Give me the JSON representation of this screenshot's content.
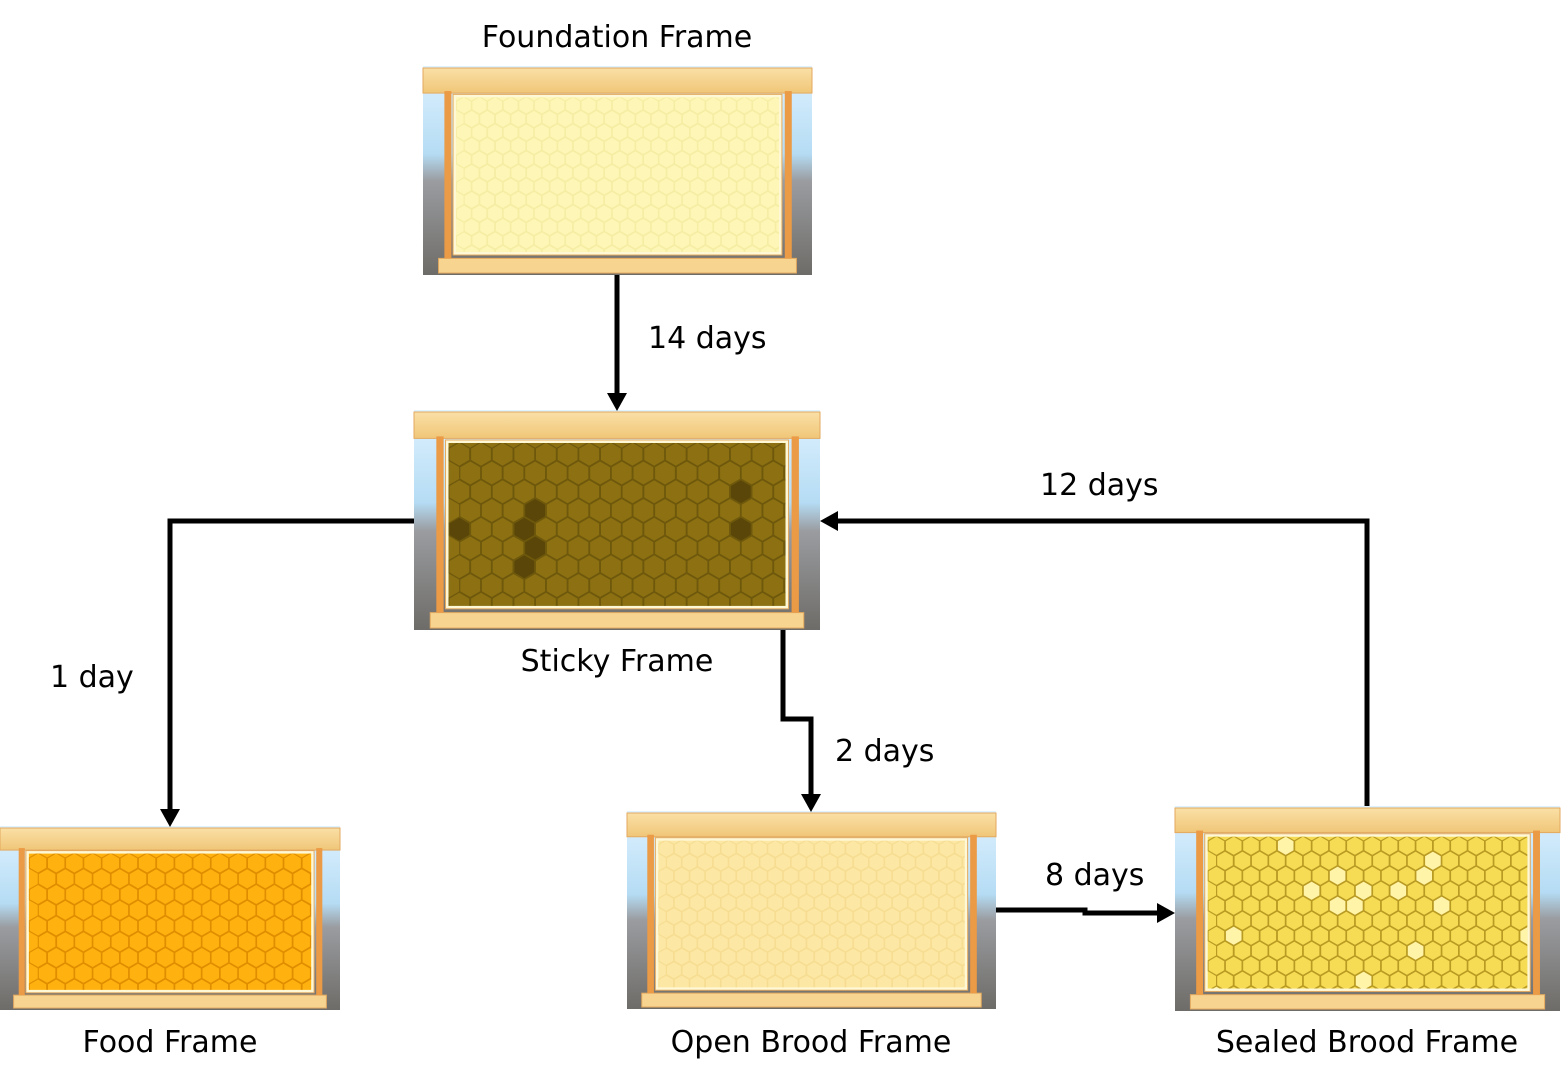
{
  "diagram": {
    "nodes": {
      "foundation": {
        "label": "Foundation Frame",
        "comb_color": "#fdf6b6",
        "cell_color": "#f6eda4"
      },
      "sticky": {
        "label": "Sticky Frame",
        "comb_color": "#8c7012",
        "cell_color": "#6e580c"
      },
      "food": {
        "label": "Food Frame",
        "comb_color": "#ffb20f",
        "cell_color": "#e08e00"
      },
      "open_brood": {
        "label": "Open Brood Frame",
        "comb_color": "#fce7a4",
        "cell_color": "#f6dd92"
      },
      "sealed_brood": {
        "label": "Sealed Brood Frame",
        "comb_color": "#f5dc54",
        "cell_color": "#b99a23"
      }
    },
    "edges": {
      "foundation_to_sticky": {
        "label": "14 days"
      },
      "sticky_to_food": {
        "label": "1 day"
      },
      "sticky_to_open_brood": {
        "label": "2 days"
      },
      "open_to_sealed_brood": {
        "label": "8 days"
      },
      "sealed_brood_to_sticky": {
        "label": "12 days"
      }
    },
    "colors": {
      "frame_wood": "#f7d591",
      "frame_edge": "#e3a95f",
      "frame_side": "#eb9a45",
      "arrow": "#000000"
    }
  }
}
